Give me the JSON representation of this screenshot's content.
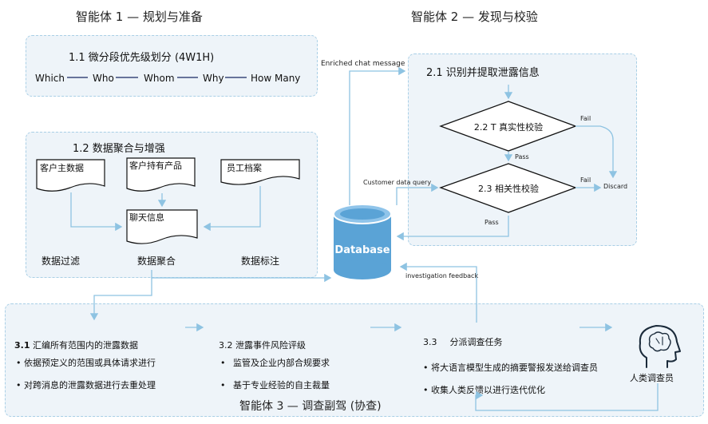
{
  "agent1": {
    "title": "智能体 1 — 规划与准备",
    "box11_title": "1.1 微分段优先级划分 (4W1H)",
    "w_chain": [
      "Which",
      "Who",
      "Whom",
      "Why",
      "How Many"
    ],
    "box12_title": "1.2 数据聚合与增强",
    "docs": {
      "customer_master": "客户主数据",
      "customer_products": "客户持有产品",
      "employee_files": "员工档案",
      "chat_info": "聊天信息"
    },
    "labels": {
      "filter": "数据过滤",
      "aggregate": "数据聚合",
      "annotate": "数据标注"
    }
  },
  "agent2": {
    "title": "智能体 2 — 发现与校验",
    "box21_title": "2.1 识别并提取泄露信息",
    "check22": "2.2 T 真实性校验",
    "check23": "2.3 相关性校验",
    "fail1": "Fail",
    "fail2": "Fail",
    "pass1": "Pass",
    "pass2": "Pass",
    "discard": "Discard"
  },
  "database": {
    "label": "Database",
    "enriched": "Enriched chat message",
    "customer_query": "Customer data query",
    "feedback": "investigation feedback"
  },
  "agent3": {
    "title": "智能体 3 — 调查副驾 (协查)",
    "s31_num": "3.1",
    "s31_title": "汇编所有范围内的泄露数据",
    "s31_b1": "依据预定义的范围或具体请求进行",
    "s31_b2": "对跨消息的泄露数据进行去重处理",
    "s32_title": "3.2 泄露事件风险评级",
    "s32_b1": "监管及企业内部合规要求",
    "s32_b2": "基于专业经验的自主裁量",
    "s33_num": "3.3",
    "s33_title": "分派调查任务",
    "s33_b1": "将大语言模型生成的摘要警报发送给调查员",
    "s33_b2": "收集人类反馈以进行迭代优化",
    "human": "人类调查员"
  },
  "colors": {
    "panel_bg": "#eef4f9",
    "panel_border": "#a9cfe6",
    "arrow": "#8ec3e2",
    "db_fill": "#5aa3d6"
  },
  "icons": [
    "brain-head-icon",
    "database-icon"
  ]
}
